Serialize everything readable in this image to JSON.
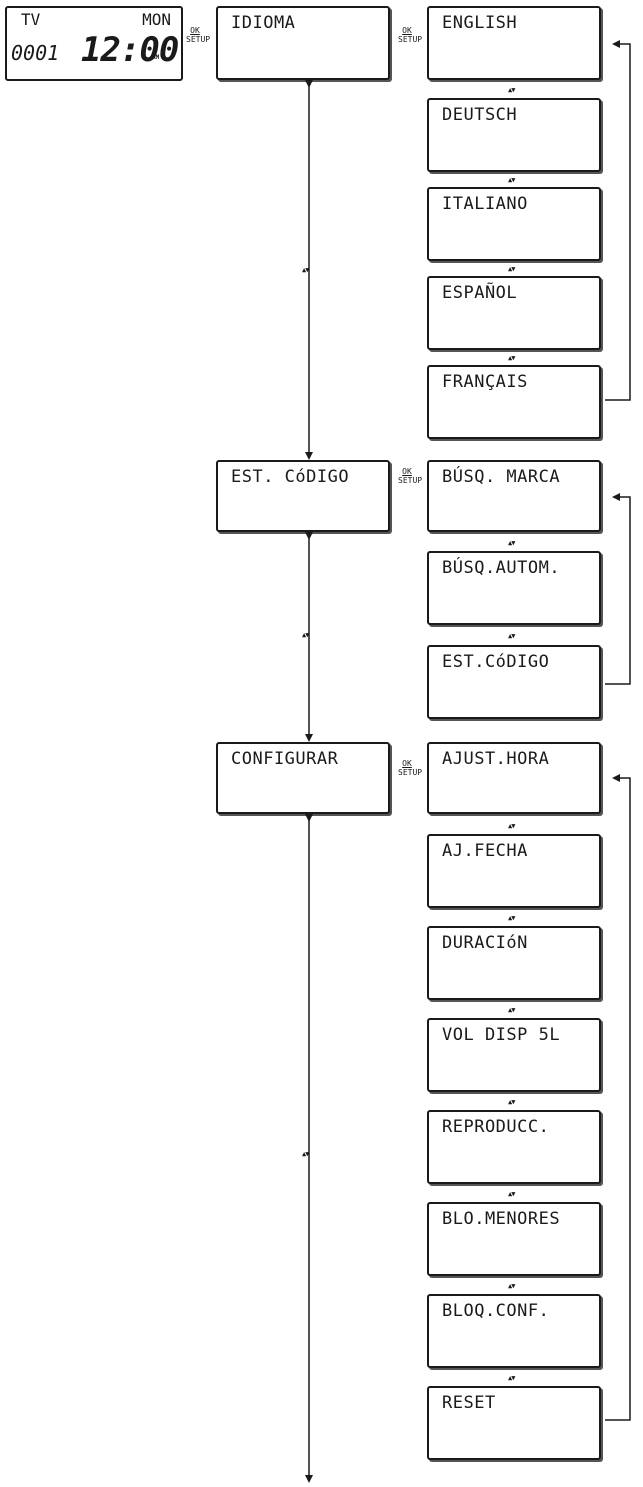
{
  "display": {
    "mode": "TV",
    "day": "MON",
    "counter": "0001",
    "time": "12:00",
    "ampm": "AM"
  },
  "keys": {
    "ok": "OK",
    "setup": "SETUP",
    "updown": "▲▼"
  },
  "main_menu": [
    {
      "label": "IDIOMA",
      "options": [
        "ENGLISH",
        "DEUTSCH",
        "ITALIANO",
        "ESPAÑOL",
        "FRANÇAIS"
      ]
    },
    {
      "label": "EST. CóDIGO",
      "options": [
        "BÚSQ. MARCA",
        "BÚSQ.AUTOM.",
        "EST.CóDIGO"
      ]
    },
    {
      "label": "CONFIGURAR",
      "options": [
        "AJUST.HORA",
        "AJ.FECHA",
        "DURACIóN",
        "VOL DISP 5L",
        "REPRODUCC.",
        "BLO.MENORES",
        "BLOQ.CONF.",
        "RESET"
      ]
    }
  ]
}
